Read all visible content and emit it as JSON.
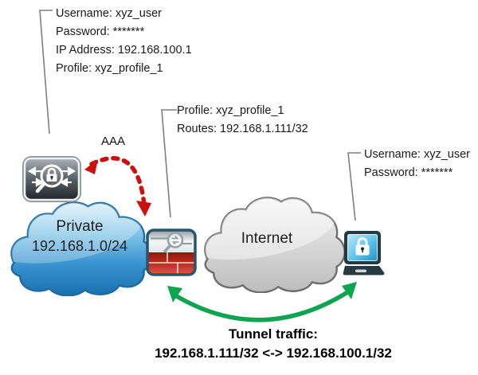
{
  "callouts": {
    "aaa_user_record": {
      "lines": [
        "Username: xyz_user",
        "Password: *******",
        "IP Address: 192.168.100.1",
        "Profile: xyz_profile_1"
      ]
    },
    "vpn_profile": {
      "lines": [
        "Profile: xyz_profile_1",
        "Routes: 192.168.1.111/32"
      ]
    },
    "client_login": {
      "lines": [
        "Username: xyz_user",
        "Password: *******"
      ]
    }
  },
  "labels": {
    "aaa_protocol": "AAA",
    "private_cloud_name": "Private",
    "private_cloud_subnet": "192.168.1.0/24",
    "internet_cloud_name": "Internet",
    "tunnel_caption_title": "Tunnel traffic:",
    "tunnel_caption_route": "192.168.1.111/32 <-> 192.168.100.1/32"
  },
  "icons": {
    "aaa_server": "aaa-server-icon",
    "firewall": "firewall-icon",
    "secure_laptop": "vpn-client-laptop-icon",
    "aaa_arrow": "aaa-dashed-arrow-icon",
    "tunnel_arrow": "tunnel-traffic-arrow-icon",
    "private_cloud": "private-cloud-icon",
    "internet_cloud": "internet-cloud-icon"
  },
  "colors": {
    "aaa_arrow_red": "#cc1010",
    "tunnel_arrow_green": "#0ea551",
    "private_cloud_blue": "#2e8fca",
    "internet_cloud_gray": "#cccccc",
    "firewall_red": "#c0392b",
    "laptop_screen_cyan": "#5ec6ec",
    "callout_line_gray": "#7f7f7f",
    "text_black": "#1a1a1a"
  }
}
